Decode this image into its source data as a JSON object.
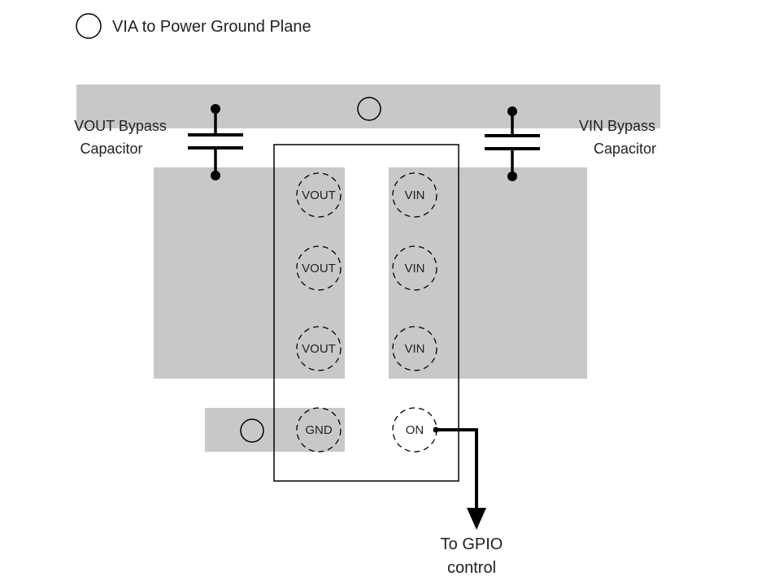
{
  "legend": {
    "label": "VIA to Power Ground Plane"
  },
  "capacitors": {
    "vout": {
      "line1": "VOUT Bypass",
      "line2": "Capacitor"
    },
    "vin": {
      "line1": "VIN Bypass",
      "line2": "Capacitor"
    }
  },
  "pins": {
    "vout1": "VOUT",
    "vout2": "VOUT",
    "vout3": "VOUT",
    "vin1": "VIN",
    "vin2": "VIN",
    "vin3": "VIN",
    "gnd": "GND",
    "on": "ON"
  },
  "gpio": {
    "line1": "To GPIO",
    "line2": "control"
  },
  "colors": {
    "plane": "#c8c8c8",
    "stroke": "#000000",
    "text": "#222222"
  }
}
